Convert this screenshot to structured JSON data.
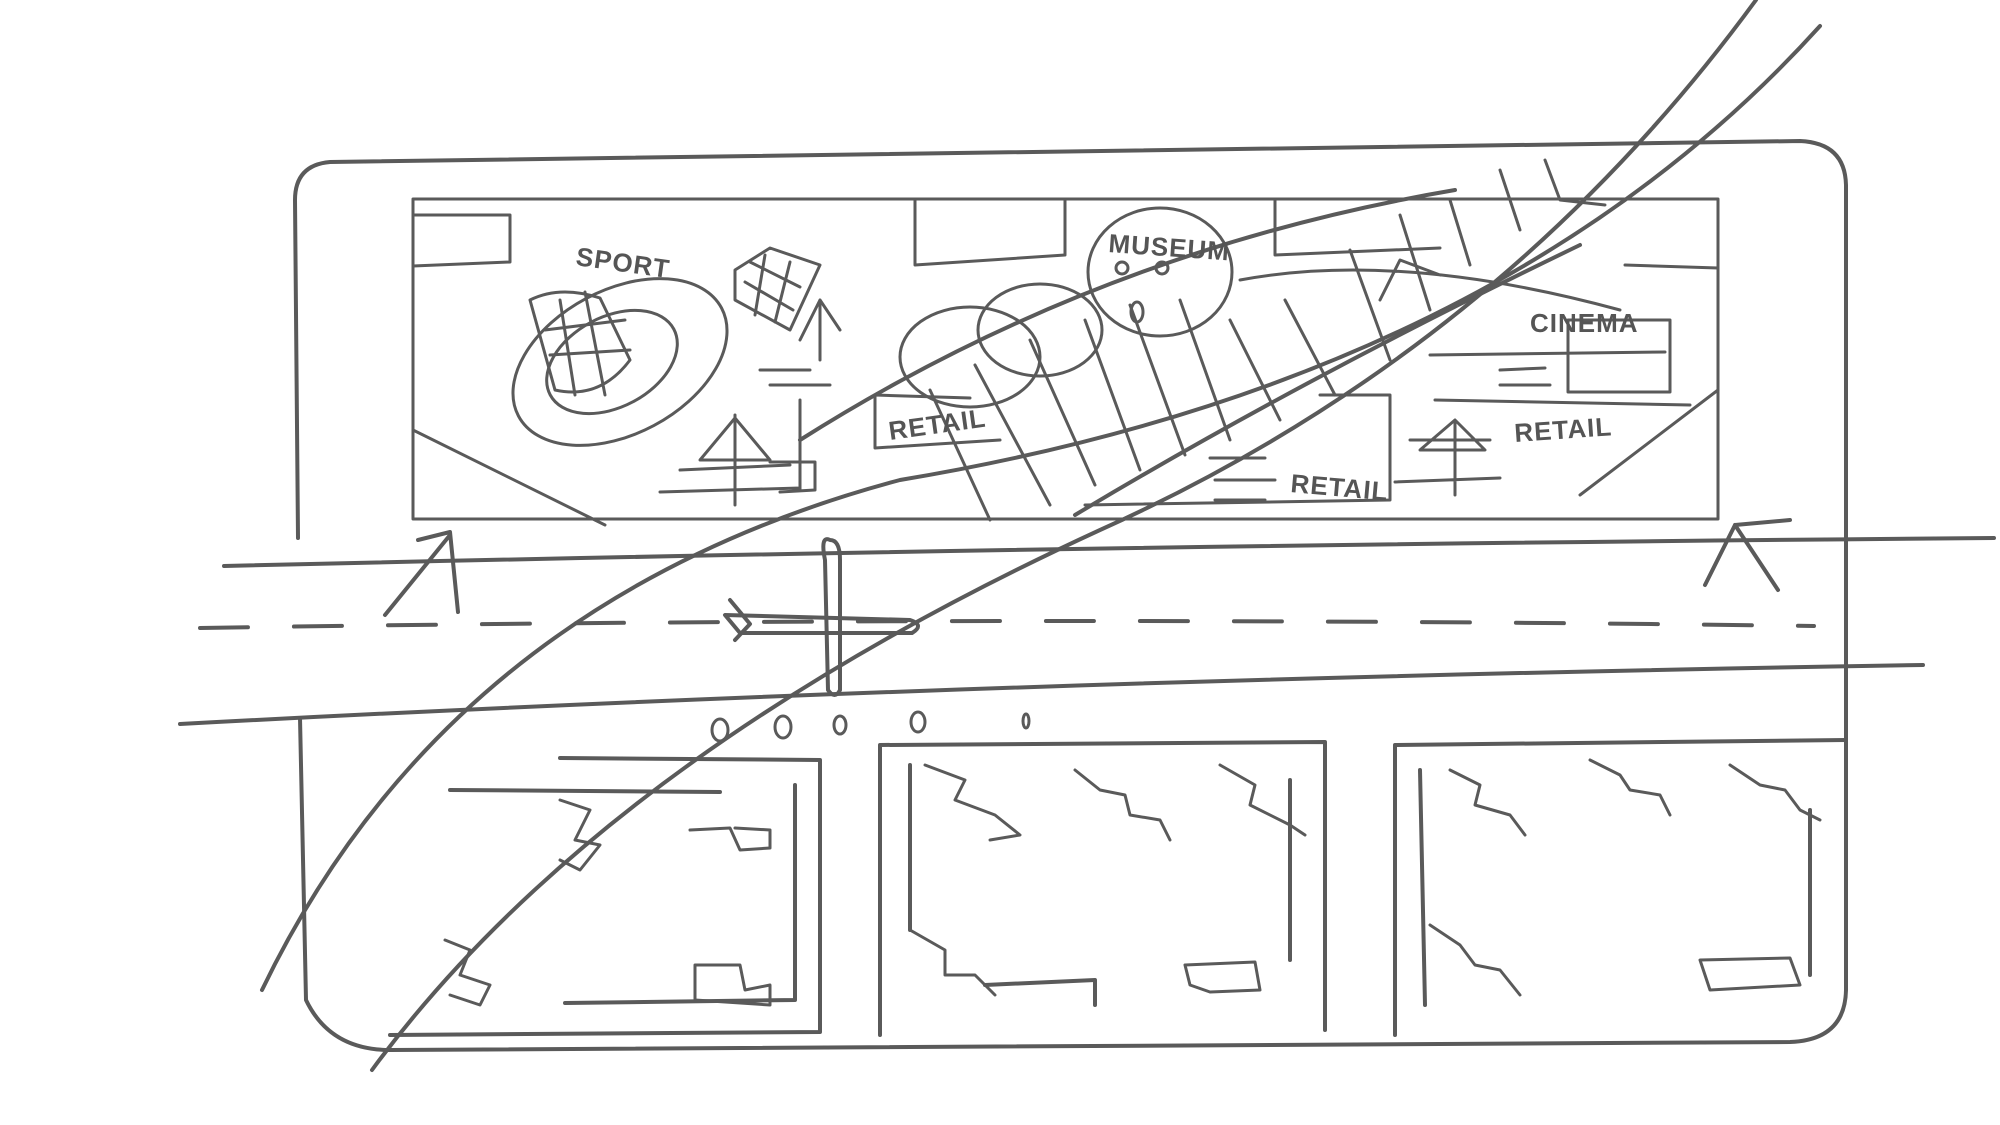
{
  "labels": {
    "sport": "SPORT",
    "museum": "MUSEUM",
    "cinema": "CINEMA",
    "retail_left": "RETAIL",
    "retail_right": "RETAIL",
    "retail_center": "RETAIL"
  },
  "colors": {
    "ink": "#5a5a5a",
    "paper": "#ffffff"
  }
}
